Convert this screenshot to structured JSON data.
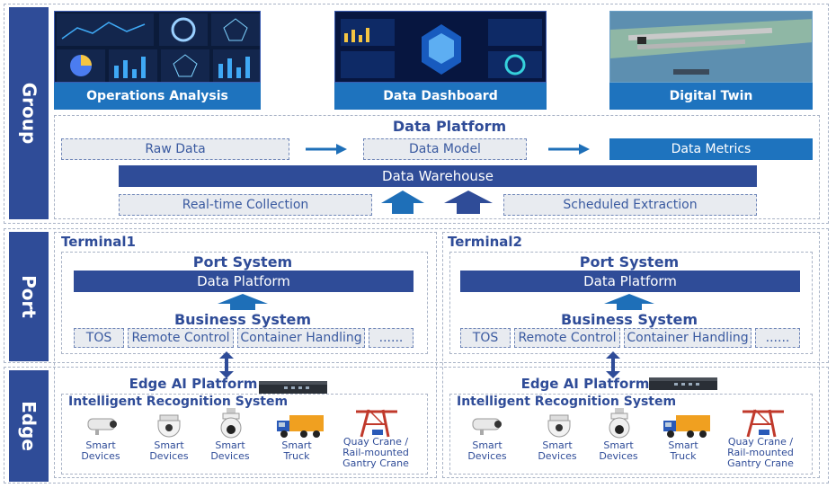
{
  "layers": {
    "group": "Group",
    "port": "Port",
    "edge": "Edge"
  },
  "group": {
    "cards": [
      {
        "label": "Operations Analysis"
      },
      {
        "label": "Data Dashboard"
      },
      {
        "label": "Digital Twin"
      }
    ],
    "platform": {
      "title": "Data Platform",
      "raw": "Raw Data",
      "model": "Data Model",
      "metrics": "Data Metrics",
      "warehouse": "Data Warehouse",
      "realtime": "Real-time Collection",
      "scheduled": "Scheduled Extraction"
    }
  },
  "terminals": [
    {
      "name": "Terminal1",
      "port_system": "Port System",
      "data_platform": "Data Platform",
      "business_system": "Business System",
      "modules": [
        "TOS",
        "Remote Control",
        "Container Handling",
        "......"
      ],
      "edge_title": "Edge AI Platform",
      "recognition": "Intelligent Recognition System",
      "devices": [
        {
          "l1": "Smart",
          "l2": "Devices",
          "icon": "bullet-camera-icon"
        },
        {
          "l1": "Smart",
          "l2": "Devices",
          "icon": "dome-camera-icon"
        },
        {
          "l1": "Smart",
          "l2": "Devices",
          "icon": "ptz-camera-icon"
        },
        {
          "l1": "Smart",
          "l2": "Truck",
          "icon": "truck-icon"
        },
        {
          "l1": "Quay Crane /",
          "l2": "Rail-mounted",
          "l3": "Gantry Crane",
          "icon": "crane-icon"
        }
      ]
    },
    {
      "name": "Terminal2",
      "port_system": "Port System",
      "data_platform": "Data Platform",
      "business_system": "Business System",
      "modules": [
        "TOS",
        "Remote Control",
        "Container Handling",
        "......"
      ],
      "edge_title": "Edge AI Platform",
      "recognition": "Intelligent Recognition System",
      "devices": [
        {
          "l1": "Smart",
          "l2": "Devices",
          "icon": "bullet-camera-icon"
        },
        {
          "l1": "Smart",
          "l2": "Devices",
          "icon": "dome-camera-icon"
        },
        {
          "l1": "Smart",
          "l2": "Devices",
          "icon": "ptz-camera-icon"
        },
        {
          "l1": "Smart",
          "l2": "Truck",
          "icon": "truck-icon"
        },
        {
          "l1": "Quay Crane /",
          "l2": "Rail-mounted",
          "l3": "Gantry Crane",
          "icon": "crane-icon"
        }
      ]
    }
  ],
  "colors": {
    "primary": "#2f4c98",
    "accent": "#1e73be",
    "light": "#e8ebf0",
    "arrow": "#1e6fb8"
  }
}
